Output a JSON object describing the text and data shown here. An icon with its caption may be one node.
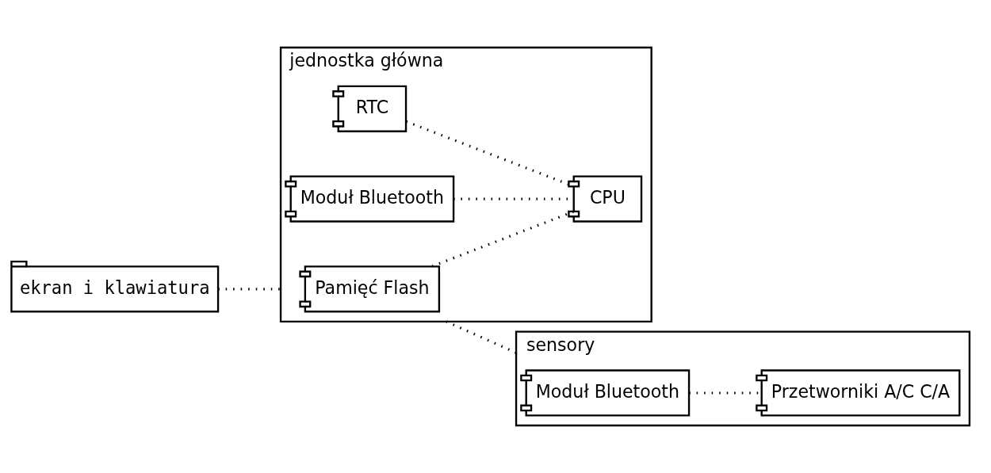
{
  "diagram": {
    "nodes": [
      {
        "text": [
          "jednostka główna"
        ]
      },
      {
        "text": [
          "Pamięć Flash"
        ],
        "in": 0
      },
      {
        "text": [
          "CPU"
        ],
        "in": 0
      },
      {
        "text": [
          "RTC"
        ],
        "in": 0
      },
      {
        "text": [
          "Moduł Bluetooth"
        ],
        "in": 0
      },
      {
        "text": [
          "sensory"
        ]
      },
      {
        "text": [
          "Moduł Bluetooth"
        ],
        "in": 5
      },
      {
        "text": [
          "Przetworniki A/C C/A"
        ],
        "in": 5
      },
      {
        "text": [
          "ekran i klawiatura"
        ]
      }
    ],
    "edges": [
      {
        "from": 1,
        "to": 2,
        "arrow": "none"
      },
      {
        "from": 3,
        "to": 2,
        "arrow": "none"
      },
      {
        "from": 4,
        "to": 2,
        "arrow": "none"
      },
      {
        "from": 0,
        "to": 5,
        "arrow": "none"
      },
      {
        "from": 6,
        "to": 7,
        "arrow": "none"
      },
      {
        "from": 8,
        "to": 0,
        "arrow": "none"
      }
    ]
  }
}
